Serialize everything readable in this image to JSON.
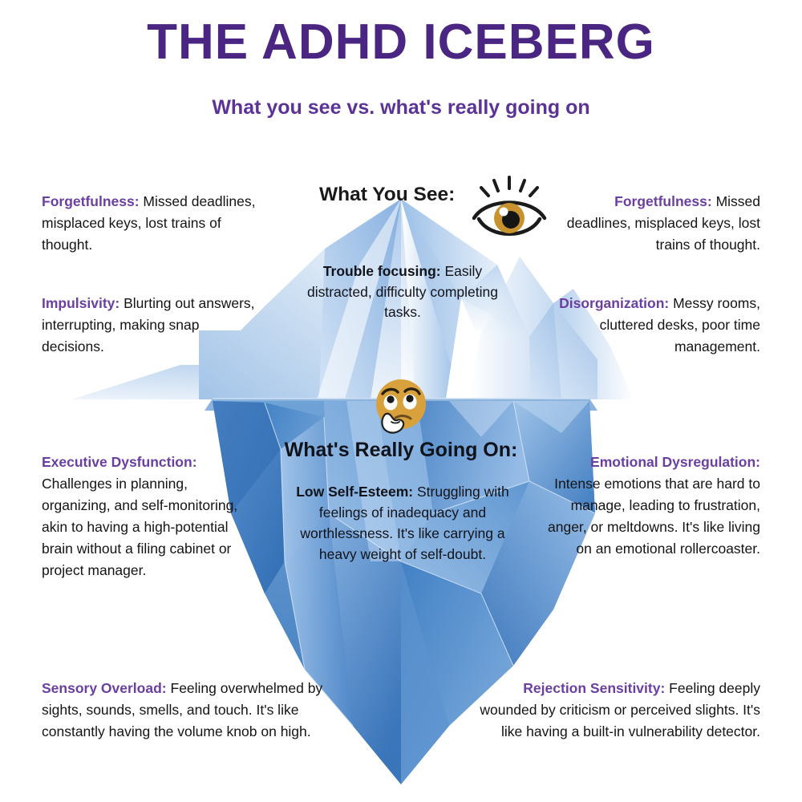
{
  "header": {
    "title": "THE ADHD ICEBERG",
    "subtitle": "What you see vs. what's really going on",
    "title_color": "#4A2582",
    "subtitle_color": "#5B3397"
  },
  "center": {
    "see_heading": "What You See:",
    "see_item": {
      "label": "Trouble focusing:",
      "text": "Easily distracted, difficulty completing tasks."
    },
    "deep_heading": "What's Really Going On:",
    "deep_item": {
      "label": "Low Self-Esteem:",
      "text": "Struggling with feelings of inadequacy and worthlessness. It's like carrying a heavy weight of self-doubt."
    }
  },
  "above_water": [
    {
      "id": "forgetfulness-left",
      "side": "left",
      "label": "Forgetfulness:",
      "text": "Missed deadlines, misplaced keys, lost trains of thought."
    },
    {
      "id": "impulsivity",
      "side": "left",
      "label": "Impulsivity:",
      "text": "Blurting out answers, interrupting, making snap decisions."
    },
    {
      "id": "forgetfulness-right",
      "side": "right",
      "label": "Forgetfulness:",
      "text": "Missed deadlines, misplaced keys, lost trains of thought."
    },
    {
      "id": "disorganization",
      "side": "right",
      "label": "Disorganization:",
      "text": "Messy rooms, cluttered desks, poor time management."
    }
  ],
  "below_water": [
    {
      "id": "executive-dysfunction",
      "side": "left",
      "label": "Executive Dysfunction:",
      "text": "Challenges in planning, organizing, and self-monitoring, akin to having a high-potential brain without a filing cabinet or project manager."
    },
    {
      "id": "sensory-overload",
      "side": "left",
      "label": "Sensory Overload:",
      "text": "Feeling overwhelmed by sights, sounds, smells, and touch. It's like constantly having the volume knob on high."
    },
    {
      "id": "emotional-dysregulation",
      "side": "right",
      "label": "Emotional Dysregulation:",
      "text": "Intense emotions that are hard to manage, leading to frustration, anger, or meltdowns. It's like living on an emotional rollercoaster."
    },
    {
      "id": "rejection-sensitivity",
      "side": "right",
      "label": "Rejection Sensitivity:",
      "text": "Feeling deeply wounded by criticism or perceived slights. It's like having a built-in vulnerability detector."
    }
  ],
  "icons": {
    "eye": "eye-icon",
    "thinking_face": "thinking-face-icon",
    "iceberg": "iceberg-illustration"
  },
  "palette": {
    "label_purple": "#6B3FA0",
    "body_black": "#141414",
    "ice_light": "#CBDCF2",
    "ice_mid": "#8CB4E0",
    "ice_deep": "#4A86C8",
    "eye_iris": "#C8932F",
    "emoji_face": "#D9A13B"
  }
}
